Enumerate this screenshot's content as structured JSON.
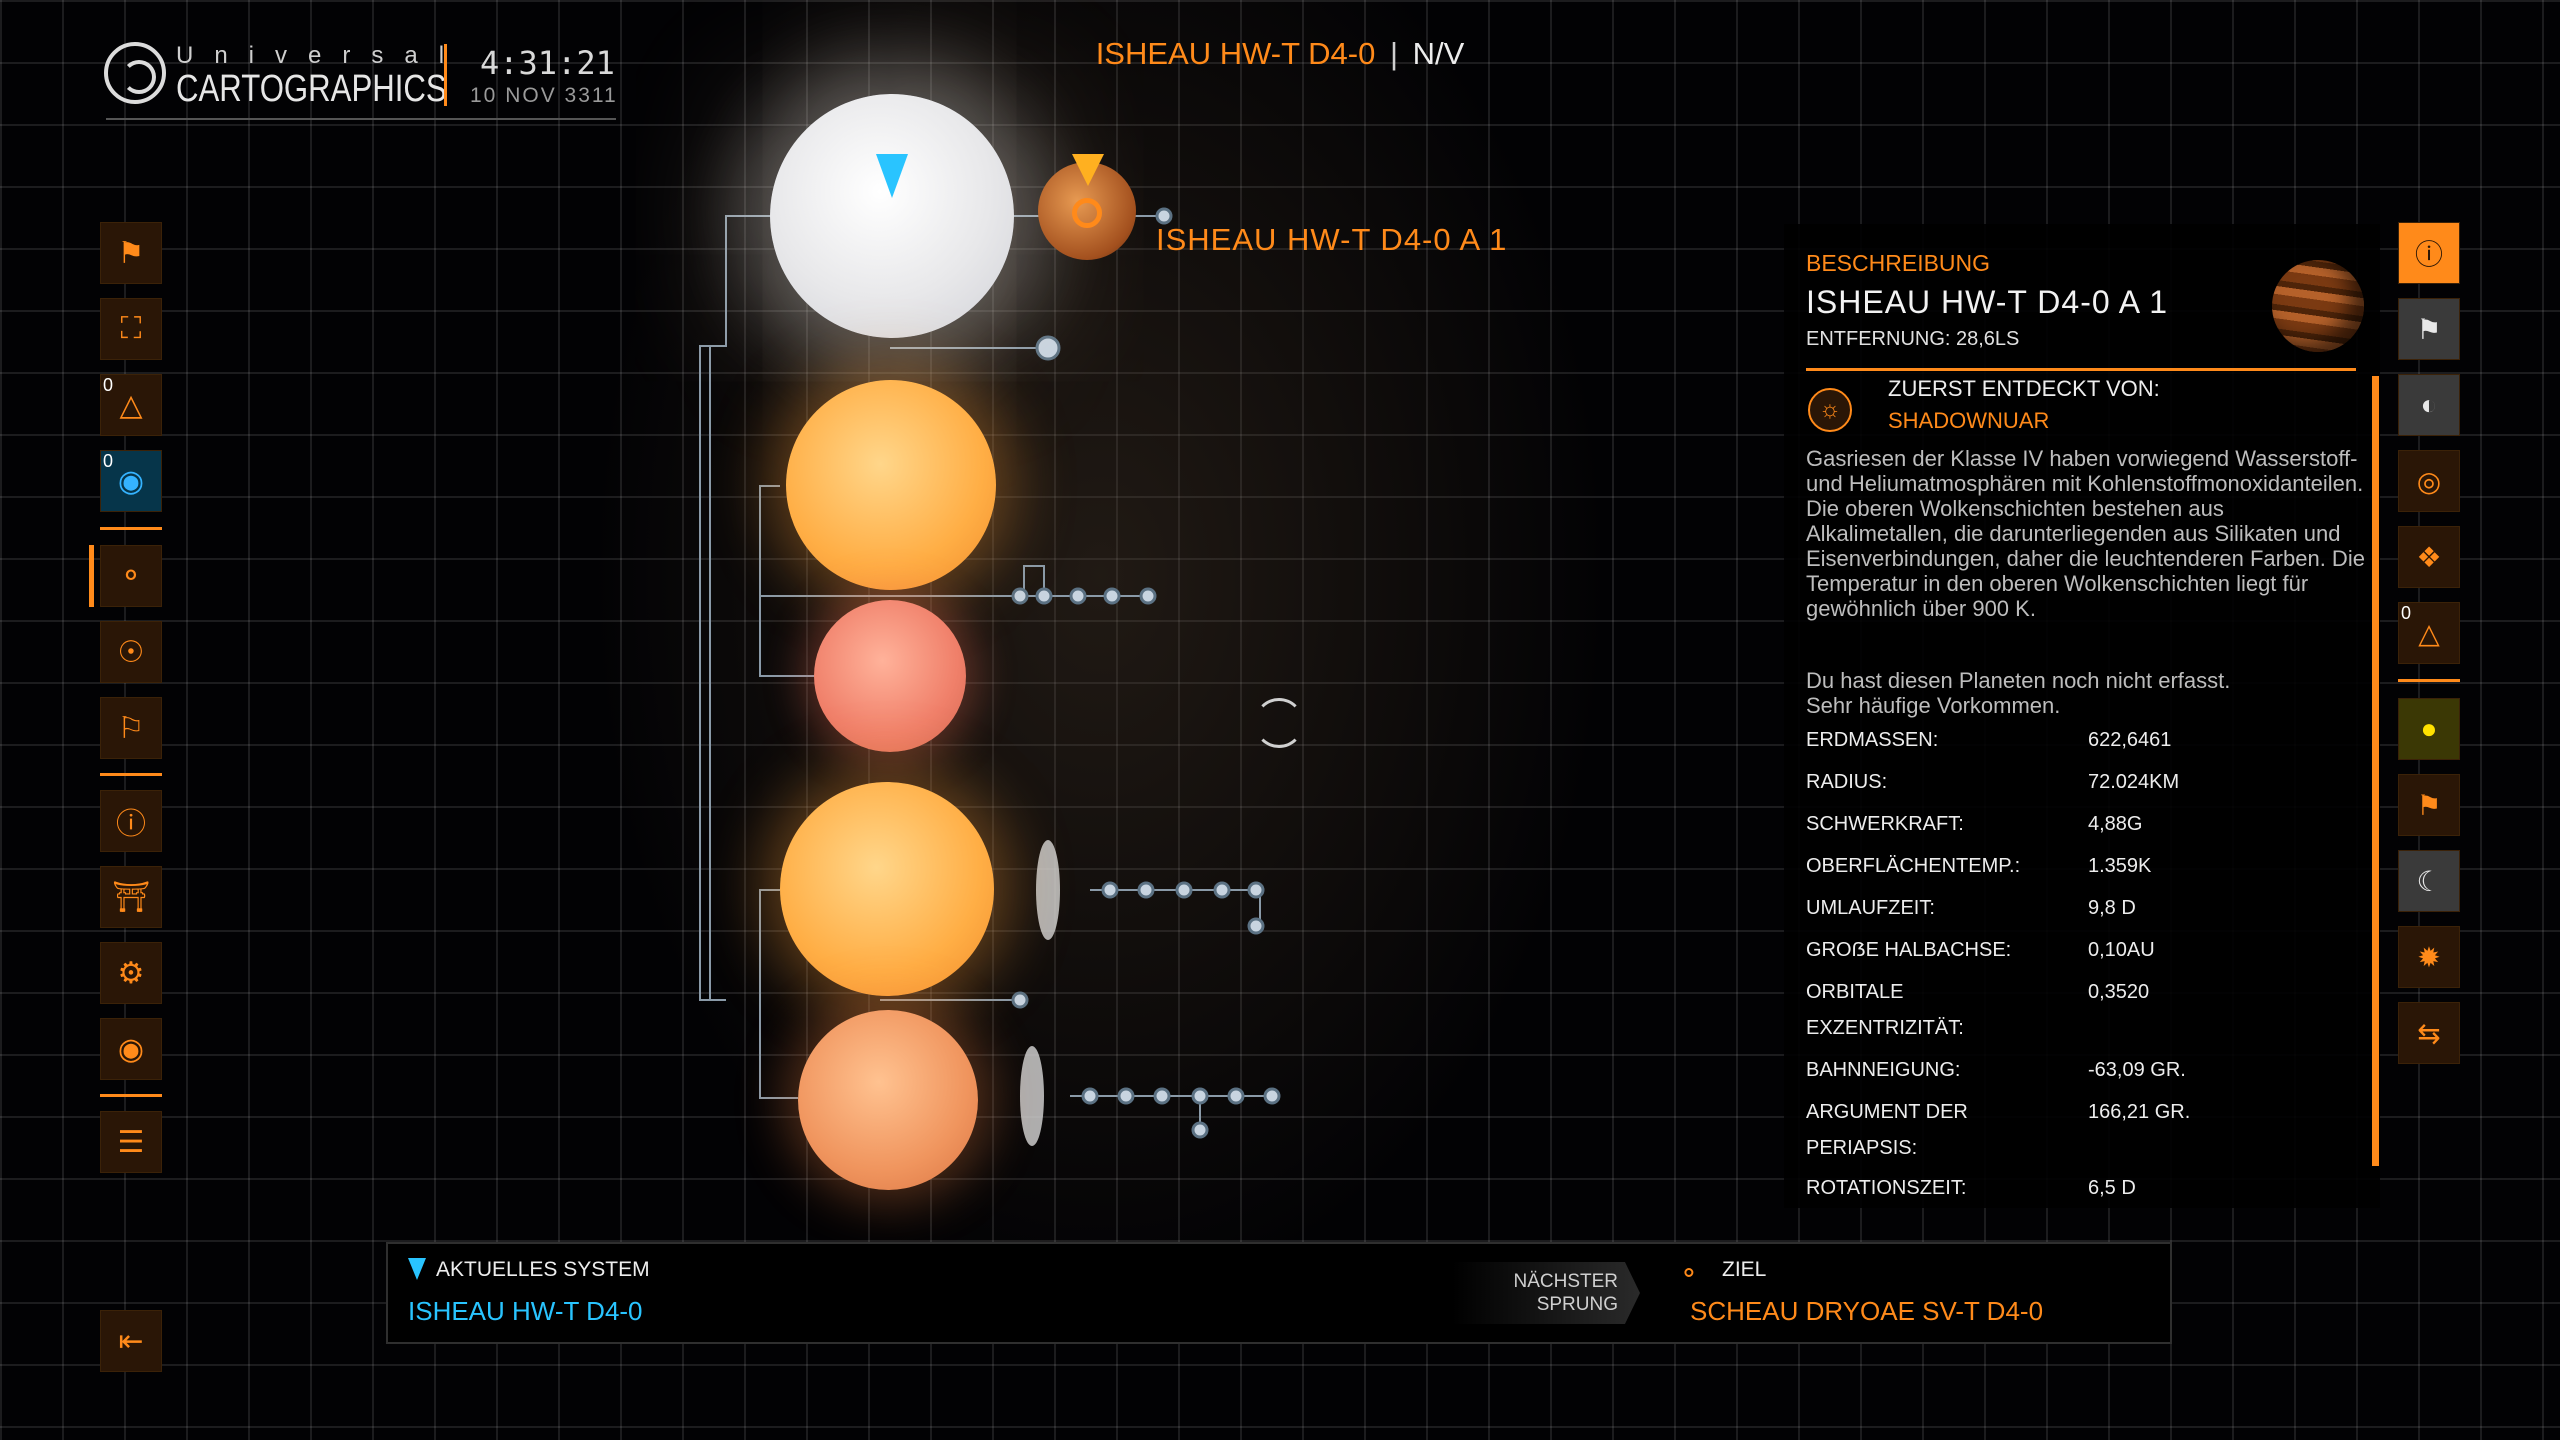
{
  "header": {
    "logo_top": "Universal",
    "logo_bottom": "CARTOGRAPHICS",
    "time": "4:31:21",
    "date": "10 NOV 3311"
  },
  "system_title": {
    "name": "ISHEAU HW-T D4-0",
    "separator": "|",
    "status": "N/V"
  },
  "selected_body_label": "ISHEAU HW-T D4-0 A 1",
  "left_nav": [
    {
      "name": "bookmark-icon",
      "count": ""
    },
    {
      "name": "outfitting-icon",
      "count": ""
    },
    {
      "name": "cargo-icon",
      "count": "0"
    },
    {
      "name": "globe-icon",
      "count": "0"
    },
    {
      "name": "route-icon",
      "count": ""
    },
    {
      "name": "planet-scan-icon",
      "count": ""
    },
    {
      "name": "flag-icon",
      "count": ""
    },
    {
      "name": "info-icon",
      "count": ""
    },
    {
      "name": "bank-icon",
      "count": ""
    },
    {
      "name": "gear-icon",
      "count": ""
    },
    {
      "name": "pin-icon",
      "count": ""
    },
    {
      "name": "list-icon",
      "count": ""
    }
  ],
  "right_nav": [
    {
      "name": "body-info-icon",
      "count": ""
    },
    {
      "name": "flag-icon",
      "count": ""
    },
    {
      "name": "planet-zone-icon",
      "count": ""
    },
    {
      "name": "target-icon",
      "count": ""
    },
    {
      "name": "dna-icon",
      "count": ""
    },
    {
      "name": "cargo-icon",
      "count": "0"
    },
    {
      "name": "location-pin-icon",
      "count": ""
    },
    {
      "name": "bookmark-plus-icon",
      "count": ""
    },
    {
      "name": "moon-icon",
      "count": ""
    },
    {
      "name": "scan-icon",
      "count": ""
    },
    {
      "name": "swap-icon",
      "count": ""
    }
  ],
  "info_panel": {
    "heading": "BESCHREIBUNG",
    "title": "ISHEAU HW-T D4-0 A 1",
    "distance": "ENTFERNUNG: 28,6LS",
    "discovered_label": "ZUERST ENTDECKT VON:",
    "discovered_by": "SHADOWNUAR",
    "description": "Gasriesen der Klasse IV haben vorwiegend Wasserstoff- und Heliumatmosphären mit Kohlenstoffmonoxidanteilen. Die oberen Wolkenschichten bestehen aus Alkalimetallen, die darunterliegenden aus Silikaten und Eisenverbindungen, daher die leuchtenderen Farben. Die Temperatur in den oberen Wolkenschichten liegt für gewöhnlich über 900 K.",
    "note_line1": "Du hast diesen Planeten noch nicht erfasst.",
    "note_line2": "Sehr häufige Vorkommen.",
    "stats": [
      {
        "label": "ERDMASSEN:",
        "value": "622,6461"
      },
      {
        "label": "RADIUS:",
        "value": "72.024KM"
      },
      {
        "label": "SCHWERKRAFT:",
        "value": "4,88G"
      },
      {
        "label": "OBERFLÄCHENTEMP.:",
        "value": "1.359K"
      },
      {
        "label": "UMLAUFZEIT:",
        "value": "9,8 D"
      },
      {
        "label": "GROẞE HALBACHSE:",
        "value": "0,10AU"
      },
      {
        "label": "ORBITALE",
        "value": "0,3520"
      },
      {
        "label": "EXZENTRIZITÄT:",
        "value": ""
      },
      {
        "label": "BAHNNEIGUNG:",
        "value": "-63,09 GR."
      },
      {
        "label": "ARGUMENT DER",
        "value": "166,21 GR."
      },
      {
        "label": "PERIAPSIS:",
        "value": ""
      },
      {
        "label": "ROTATIONSZEIT:",
        "value": "6,5 D"
      }
    ]
  },
  "bottom_bar": {
    "current_label": "AKTUELLES SYSTEM",
    "current_value": "ISHEAU HW-T D4-0",
    "next_jump_line1": "NÄCHSTER",
    "next_jump_line2": "SPRUNG",
    "target_label": "ZIEL",
    "target_value": "SCHEAU DRYOAE SV-T D4-0"
  },
  "colors": {
    "accent": "#ff8a1a",
    "current_system": "#29c4ff",
    "text": "#ededed"
  }
}
